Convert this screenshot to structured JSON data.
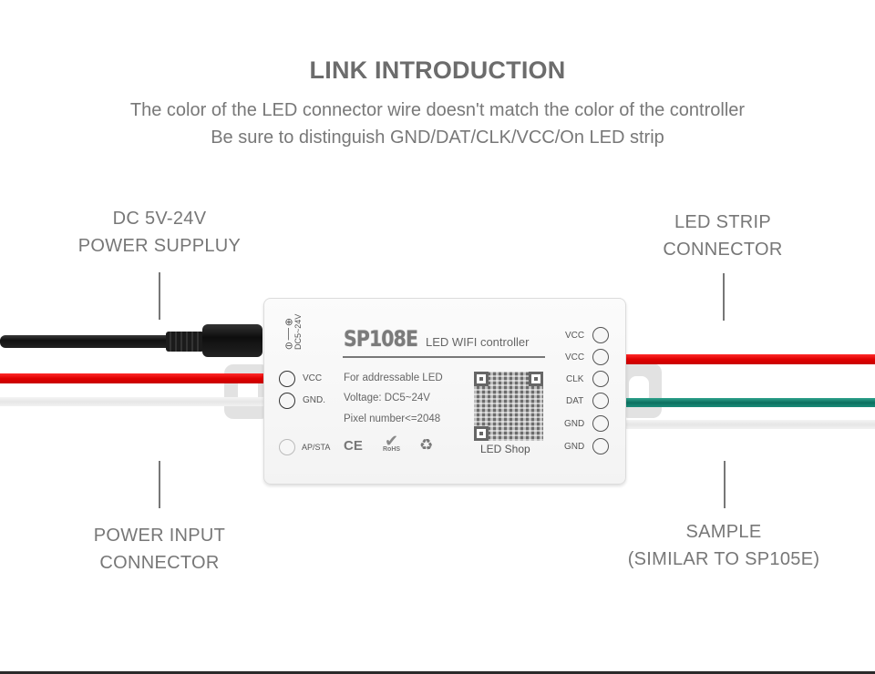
{
  "header": {
    "title": "LINK INTRODUCTION",
    "subtitle_line1": "The color of the LED connector wire doesn't match the color of the controller",
    "subtitle_line2": "Be sure to distinguish GND/DAT/CLK/VCC/On LED strip"
  },
  "callouts": {
    "power_supply": {
      "line1": "DC 5V-24V",
      "line2": "POWER SUPPLUY"
    },
    "led_strip": {
      "line1": "LED STRIP",
      "line2": "CONNECTOR"
    },
    "power_input": {
      "line1": "POWER INPUT",
      "line2": "CONNECTOR"
    },
    "sample": {
      "line1": "SAMPLE",
      "line2": "(SIMILAR TO SP105E)"
    }
  },
  "controller": {
    "model": "SP108E",
    "product_name": "LED WIFI controller",
    "spec_1": "For addressable LED",
    "spec_2": "Voltage: DC5~24V",
    "spec_3": "Pixel number<=2048",
    "dc_label": "DC5~24V",
    "qr_caption": "LED Shop",
    "cert_ce": "CE",
    "cert_rohs": "RoHS",
    "cert_recycle": "♻",
    "left_ports": [
      {
        "label": "VCC"
      },
      {
        "label": "GND."
      },
      {
        "label": "AP/STA"
      }
    ],
    "right_ports": [
      {
        "label": "VCC"
      },
      {
        "label": "VCC"
      },
      {
        "label": "CLK"
      },
      {
        "label": "DAT"
      },
      {
        "label": "GND"
      },
      {
        "label": "GND"
      }
    ]
  },
  "colors": {
    "wire_red": "#e60000",
    "wire_black": "#141414",
    "wire_white": "#ececec",
    "wire_green": "#0f7a68",
    "text_gray": "#777777"
  }
}
